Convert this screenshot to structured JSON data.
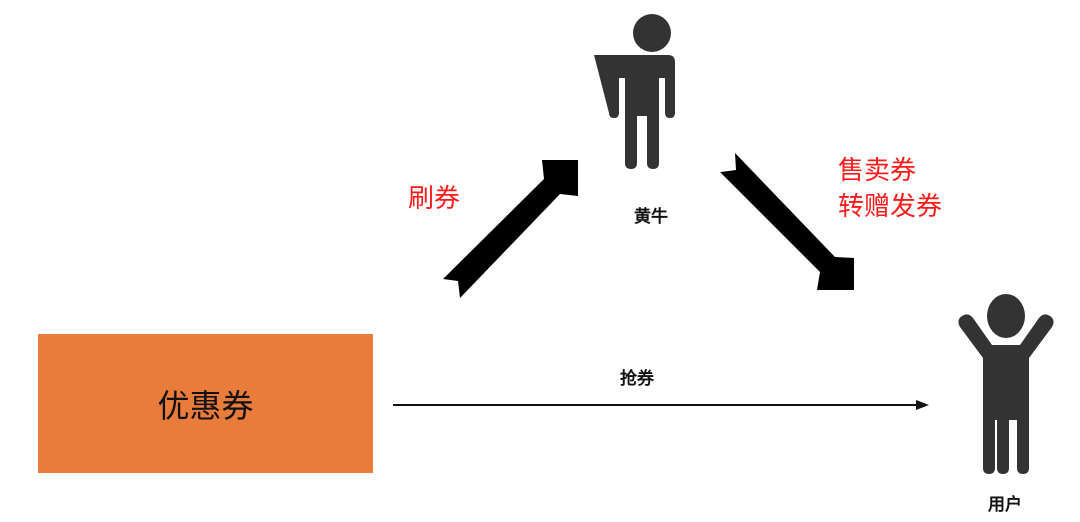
{
  "nodes": {
    "coupon": {
      "label": "优惠券",
      "color": "#e97c3b"
    },
    "scalper": {
      "label": "黄牛",
      "icon": "person-standing-icon"
    },
    "user": {
      "label": "用户",
      "icon": "person-arms-raised-icon"
    }
  },
  "edges": {
    "coupon_to_scalper": {
      "label": "刷券",
      "color": "#ff1a1a"
    },
    "scalper_to_user": {
      "lines": [
        "售卖券",
        "转赠发券"
      ],
      "color": "#ff1a1a"
    },
    "coupon_to_user": {
      "label": "抢券"
    }
  },
  "colors": {
    "figure": "#333333",
    "arrow": "#000000",
    "accent_red": "#ff1a1a"
  }
}
